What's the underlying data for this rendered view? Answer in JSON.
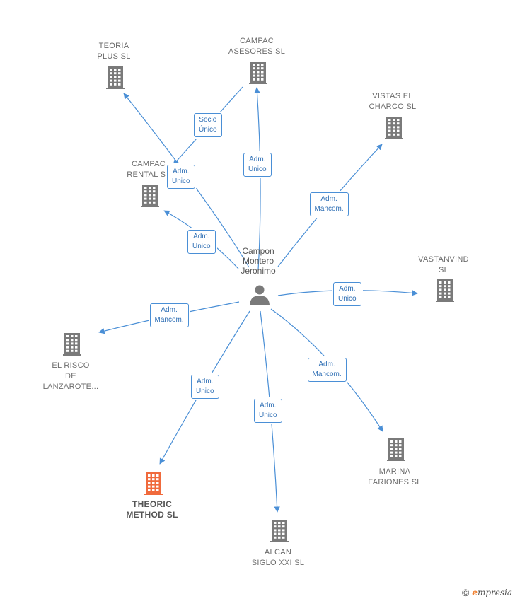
{
  "colors": {
    "edge": "#4a8fd6",
    "building": "#7a7a7a",
    "focus_building": "#f06a3c",
    "person": "#7a7a7a"
  },
  "person": {
    "name": "Campon\nMontero\nJeronimo",
    "icon": "person-icon"
  },
  "companies": [
    {
      "id": "teoria",
      "name": "TEORIA\nPLUS  SL",
      "focus": false
    },
    {
      "id": "campac_asesores",
      "name": "CAMPAC\nASESORES  SL",
      "focus": false
    },
    {
      "id": "vistas",
      "name": "VISTAS EL\nCHARCO  SL",
      "focus": false
    },
    {
      "id": "campac_rental",
      "name": "CAMPAC\nRENTAL  SL",
      "focus": false
    },
    {
      "id": "vastanvind",
      "name": "VASTANVIND\nSL",
      "focus": false
    },
    {
      "id": "el_risco",
      "name": "EL RISCO\nDE\nLANZAROTE...",
      "focus": false
    },
    {
      "id": "marina",
      "name": "MARINA\nFARIONES  SL",
      "focus": false
    },
    {
      "id": "theoric",
      "name": "THEORIC\nMETHOD  SL",
      "focus": true
    },
    {
      "id": "alcan",
      "name": "ALCAN\nSIGLO XXI  SL",
      "focus": false
    }
  ],
  "edges": [
    {
      "id": "e_socio",
      "label": "Socio\nÚnico"
    },
    {
      "id": "e_teoria",
      "label": "Adm.\nUnico"
    },
    {
      "id": "e_asesores",
      "label": "Adm.\nUnico"
    },
    {
      "id": "e_vistas",
      "label": "Adm.\nMancom."
    },
    {
      "id": "e_rental",
      "label": "Adm.\nUnico"
    },
    {
      "id": "e_vastanvind",
      "label": "Adm.\nUnico"
    },
    {
      "id": "e_risco",
      "label": "Adm.\nMancom."
    },
    {
      "id": "e_marina",
      "label": "Adm.\nMancom."
    },
    {
      "id": "e_theoric",
      "label": "Adm.\nUnico"
    },
    {
      "id": "e_alcan",
      "label": "Adm.\nUnico"
    }
  ],
  "footer": {
    "copyright": "©",
    "brand_initial": "e",
    "brand_rest": "mpresia"
  }
}
